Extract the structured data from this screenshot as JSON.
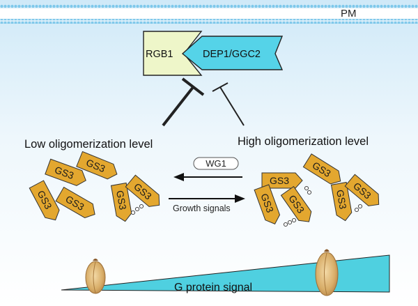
{
  "membrane": {
    "label": "PM"
  },
  "complex": {
    "rgb1": "RGB1",
    "dep1": "DEP1/GGC2"
  },
  "states": {
    "low": "Low oligomerization level",
    "high": "High oligomerization level"
  },
  "arrows": {
    "wg1": "WG1",
    "growth": "Growth signals"
  },
  "protein": {
    "gs3": "GS3"
  },
  "gradient": {
    "label": "G protein signal"
  },
  "colors": {
    "gs3_fill": "#e3a72f",
    "dep1_fill": "#55d3e8",
    "rgb1_fill": "#eef6c9",
    "wedge_fill": "#4fd0e0",
    "membrane": "#7ec8ea"
  }
}
